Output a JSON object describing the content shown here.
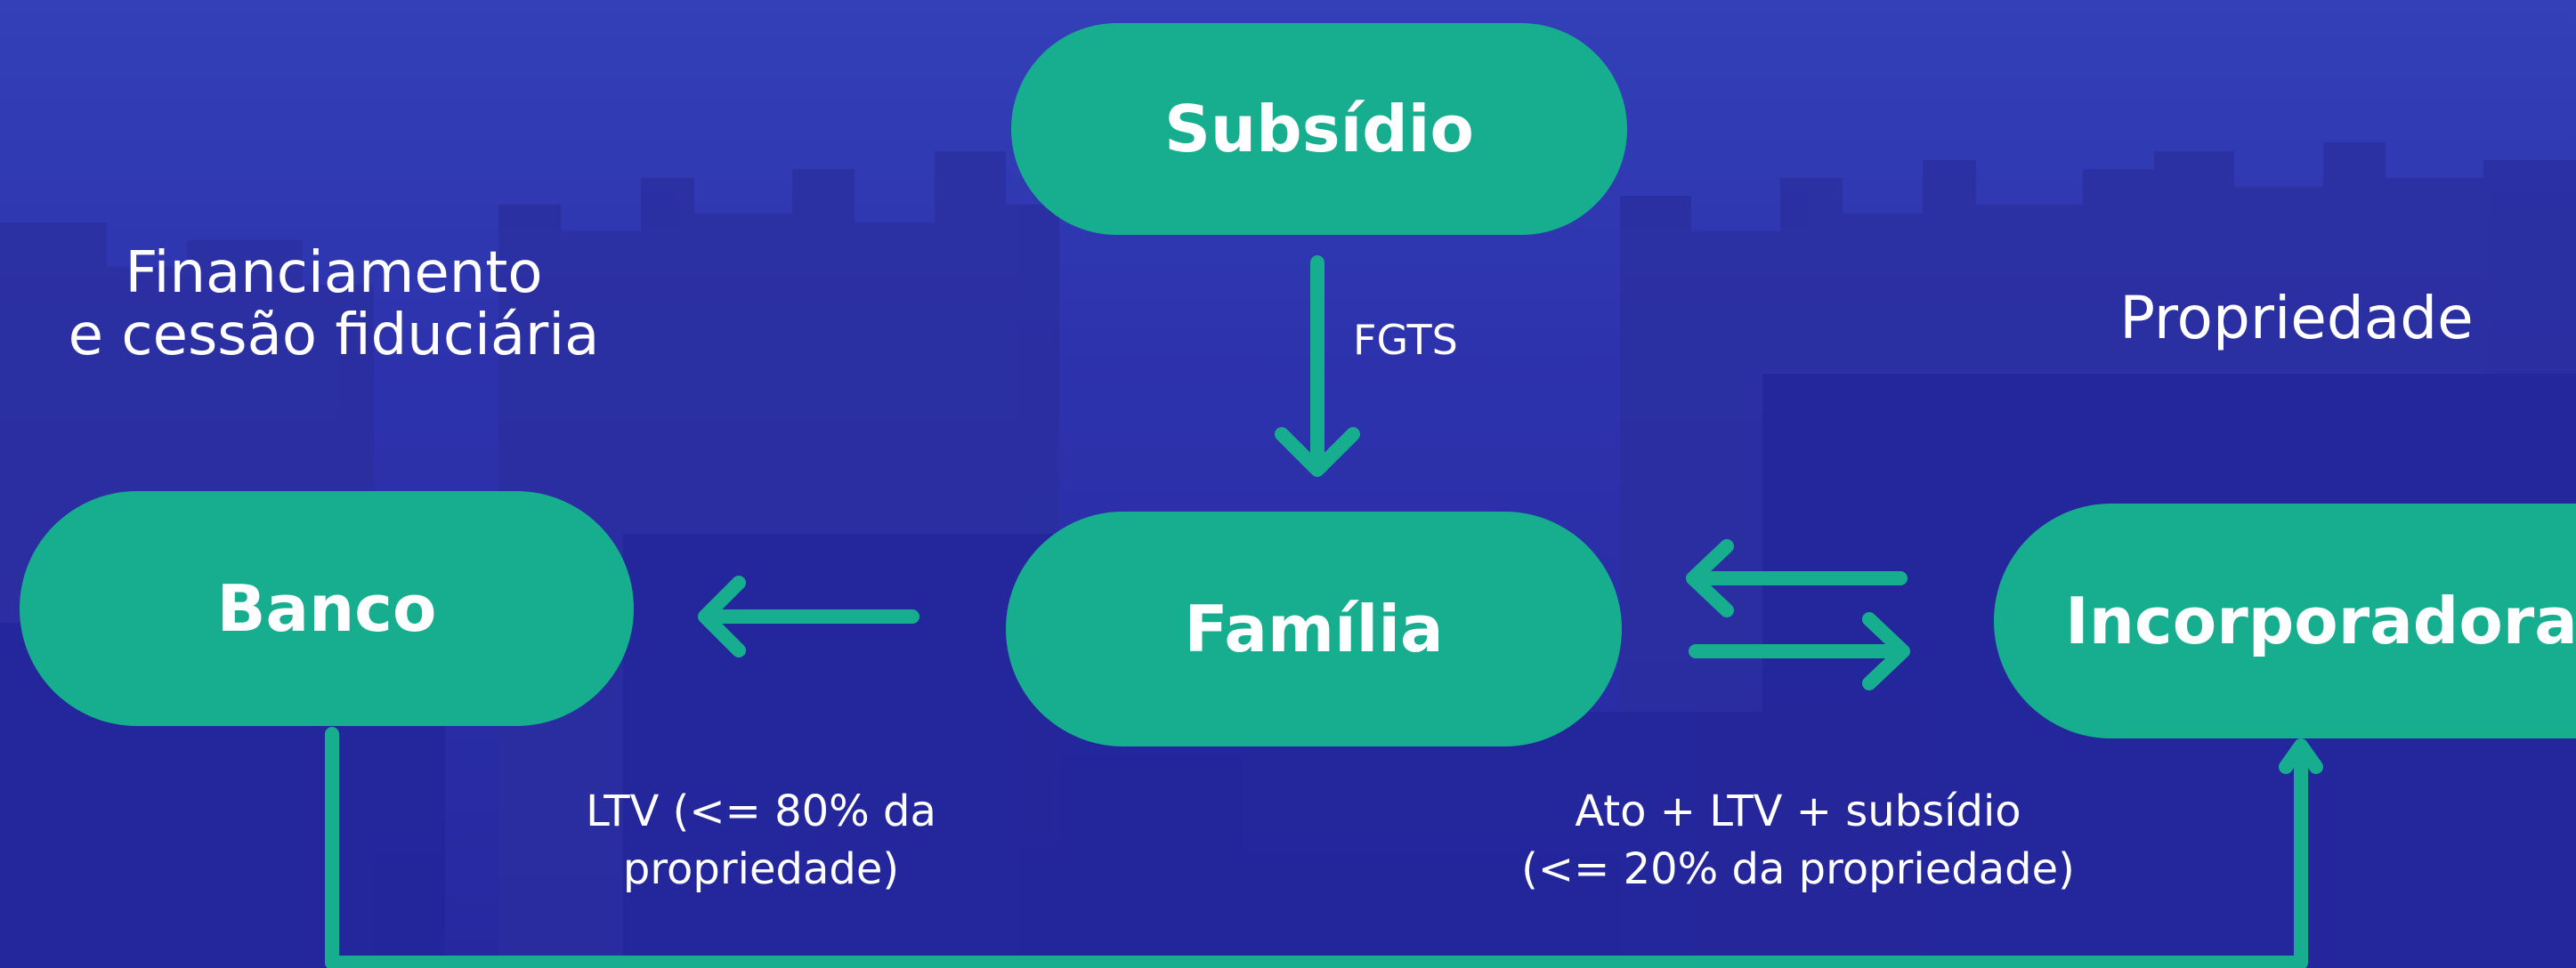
{
  "colors": {
    "background": "#2d33ad",
    "node_fill": "#17ae90",
    "arrow": "#17ae90",
    "text": "#ffffff"
  },
  "nodes": {
    "subsidio": "Subsídio",
    "familia": "Família",
    "banco": "Banco",
    "incorporadora": "Incorporadora"
  },
  "labels": {
    "financiamento_line1": "Financiamento",
    "financiamento_line2": "e cessão fiduciária",
    "fgts": "FGTS",
    "propriedade": "Propriedade",
    "ltv_line1": "LTV (<= 80% da",
    "ltv_line2": "propriedade)",
    "ato_line1": "Ato + LTV + subsídio",
    "ato_line2": "(<= 20% da propriedade)"
  }
}
